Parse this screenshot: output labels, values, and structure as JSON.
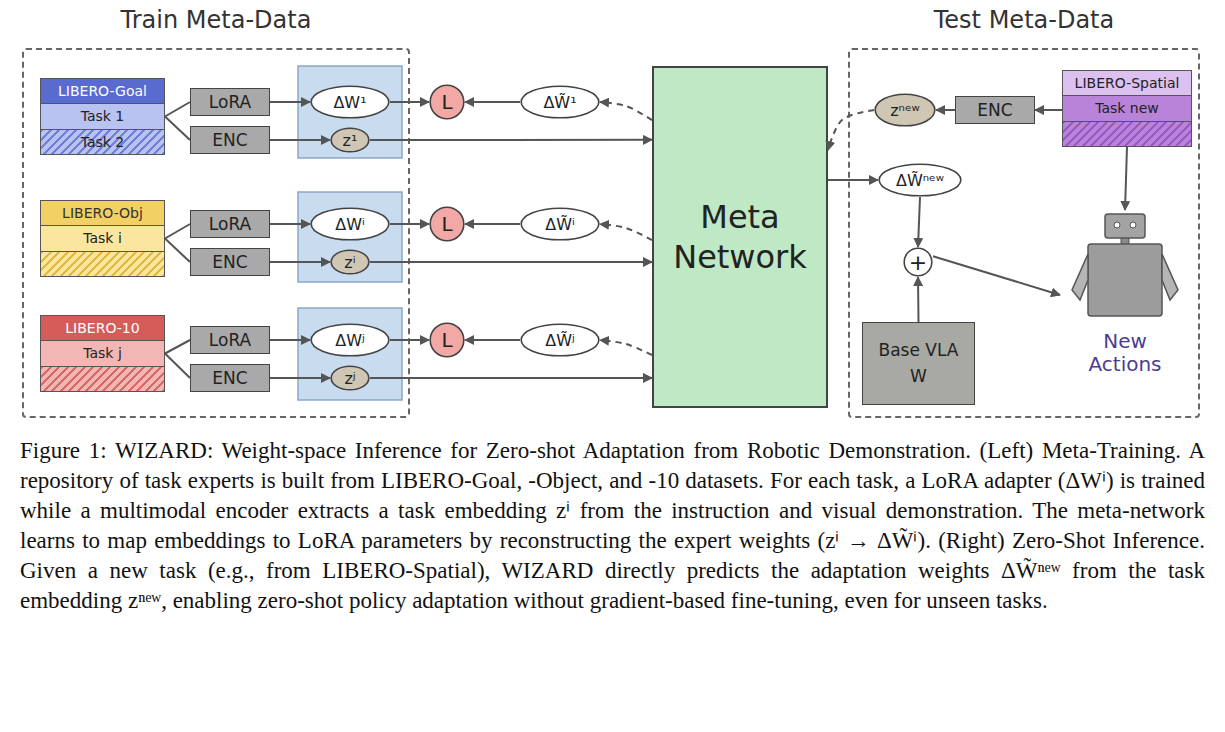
{
  "diagram": {
    "caption": "Figure 1: WIZARD: Weight-space Inference for Zero-shot Adaptation from Robotic Demonstration. (Left) Meta-Training. A repository of task experts is built from LIBERO-Goal, -Object, and -10 datasets. For each task, a LoRA adapter (ΔWⁱ) is trained while a multimodal encoder extracts a task embedding zⁱ from the instruction and visual demonstration. The meta-network learns to map embeddings to LoRA parameters by reconstructing the expert weights (zⁱ → ΔW̃ⁱ). (Right) Zero-Shot Inference. Given a new task (e.g., from LIBERO-Spatial), WIZARD directly predicts the adaptation weights ΔW̃ⁿᵉʷ from the task embedding zⁿᵉʷ, enabling zero-shot policy adaptation without gradient-based fine-tuning, even for unseen tasks.",
    "nodes": [
      {
        "text": [
          "Train Meta-Data"
        ]
      },
      {
        "text": [
          "LIBERO-Goal",
          "Task 1",
          "Task 2"
        ],
        "in": 0
      },
      {
        "text": [
          "LoRA"
        ],
        "in": 0
      },
      {
        "text": [
          "ENC"
        ],
        "in": 0
      },
      {
        "text": [
          "ΔW¹"
        ],
        "in": 0
      },
      {
        "text": [
          "z¹"
        ],
        "in": 0
      },
      {
        "text": [
          "L"
        ],
        "in": 0
      },
      {
        "text": [
          "ΔW̃¹"
        ]
      },
      {
        "text": [
          "LIBERO-Obj",
          "Task i"
        ],
        "in": 0
      },
      {
        "text": [
          "LoRA"
        ],
        "in": 0
      },
      {
        "text": [
          "ENC"
        ],
        "in": 0
      },
      {
        "text": [
          "ΔWⁱ"
        ],
        "in": 0
      },
      {
        "text": [
          "zⁱ"
        ],
        "in": 0
      },
      {
        "text": [
          "L"
        ],
        "in": 0
      },
      {
        "text": [
          "ΔW̃ⁱ"
        ]
      },
      {
        "text": [
          "LIBERO-10",
          "Task j"
        ],
        "in": 0
      },
      {
        "text": [
          "LoRA"
        ],
        "in": 0
      },
      {
        "text": [
          "ENC"
        ],
        "in": 0
      },
      {
        "text": [
          "ΔWʲ"
        ],
        "in": 0
      },
      {
        "text": [
          "zʲ"
        ],
        "in": 0
      },
      {
        "text": [
          "L"
        ],
        "in": 0
      },
      {
        "text": [
          "ΔW̃ʲ"
        ]
      },
      {
        "text": [
          "Meta Network"
        ]
      },
      {
        "text": [
          "Test Meta-Data"
        ]
      },
      {
        "text": [
          "zⁿᵉʷ"
        ],
        "in": 23
      },
      {
        "text": [
          "ENC"
        ],
        "in": 23
      },
      {
        "text": [
          "LIBERO-Spatial",
          "Task new"
        ],
        "in": 23
      },
      {
        "text": [
          "ΔW̃ⁿᵉʷ"
        ],
        "in": 23
      },
      {
        "text": [
          "+"
        ],
        "in": 23
      },
      {
        "text": [
          "Base VLA",
          "W"
        ],
        "in": 23
      },
      {
        "text": [
          "New Actions"
        ],
        "in": 23
      }
    ],
    "edges": [
      {
        "from": 1,
        "to": 2,
        "arrow": "none"
      },
      {
        "from": 1,
        "to": 3,
        "arrow": "none"
      },
      {
        "from": 2,
        "to": 4,
        "arrow": "to"
      },
      {
        "from": 3,
        "to": 5,
        "arrow": "to"
      },
      {
        "from": 4,
        "to": 6,
        "arrow": "to"
      },
      {
        "from": 7,
        "to": 6,
        "arrow": "to"
      },
      {
        "from": 22,
        "to": 7,
        "arrow": "to"
      },
      {
        "from": 5,
        "to": 22,
        "arrow": "to"
      },
      {
        "from": 8,
        "to": 9,
        "arrow": "none"
      },
      {
        "from": 8,
        "to": 10,
        "arrow": "none"
      },
      {
        "from": 9,
        "to": 11,
        "arrow": "to"
      },
      {
        "from": 10,
        "to": 12,
        "arrow": "to"
      },
      {
        "from": 11,
        "to": 13,
        "arrow": "to"
      },
      {
        "from": 14,
        "to": 13,
        "arrow": "to"
      },
      {
        "from": 22,
        "to": 14,
        "arrow": "to"
      },
      {
        "from": 12,
        "to": 22,
        "arrow": "to"
      },
      {
        "from": 15,
        "to": 16,
        "arrow": "none"
      },
      {
        "from": 15,
        "to": 17,
        "arrow": "none"
      },
      {
        "from": 16,
        "to": 18,
        "arrow": "to"
      },
      {
        "from": 17,
        "to": 19,
        "arrow": "to"
      },
      {
        "from": 18,
        "to": 20,
        "arrow": "to"
      },
      {
        "from": 21,
        "to": 20,
        "arrow": "to"
      },
      {
        "from": 22,
        "to": 21,
        "arrow": "to"
      },
      {
        "from": 19,
        "to": 22,
        "arrow": "to"
      },
      {
        "from": 26,
        "to": 25,
        "arrow": "to"
      },
      {
        "from": 25,
        "to": 24,
        "arrow": "to"
      },
      {
        "from": 24,
        "to": 22,
        "arrow": "to"
      },
      {
        "from": 22,
        "to": 27,
        "arrow": "to"
      },
      {
        "from": 27,
        "to": 28,
        "arrow": "to"
      },
      {
        "from": 29,
        "to": 28,
        "arrow": "to"
      },
      {
        "from": 28,
        "to": 30,
        "arrow": "to"
      },
      {
        "from": 26,
        "to": 30,
        "arrow": "to"
      }
    ]
  }
}
